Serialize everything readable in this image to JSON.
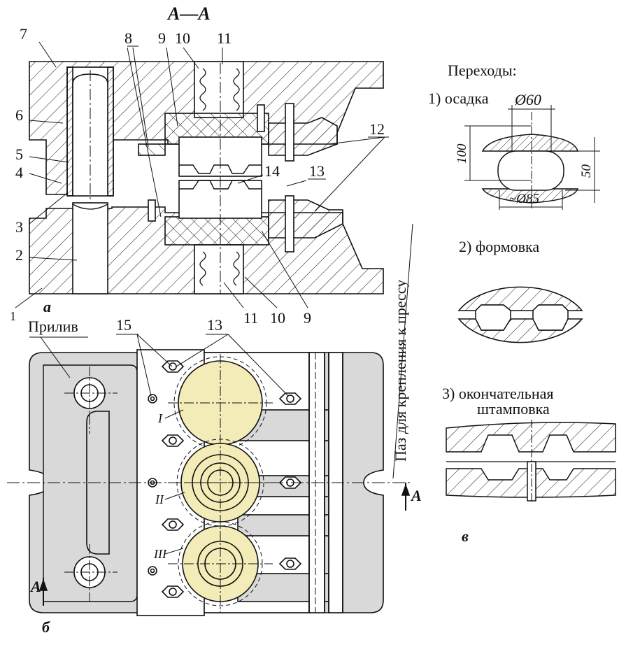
{
  "section_title": "А—А",
  "view_a": {
    "caption": "а",
    "top_labels": [
      "7",
      "8",
      "9",
      "10",
      "11"
    ],
    "left_labels": [
      "6",
      "5",
      "4",
      "3",
      "2",
      "1"
    ],
    "right_labels": [
      "12",
      "14",
      "13"
    ],
    "bottom_labels": [
      "11",
      "10",
      "9"
    ]
  },
  "view_b": {
    "caption": "б",
    "boss_label": "Прилив",
    "pin_label": "15",
    "bolt_label": "13",
    "stations": [
      "I",
      "II",
      "III"
    ],
    "slot_label": "Паз для крепления к прессу",
    "section_mark": "А"
  },
  "view_c": {
    "caption": "в",
    "heading": "Переходы:",
    "step1": {
      "label": "1) осадка",
      "dim_top": "Ø60",
      "dim_bottom": "~Ø85",
      "dim_left": "100",
      "dim_right": "50"
    },
    "step2": {
      "label": "2) формовка"
    },
    "step3": {
      "label_line1": "3) окончательная",
      "label_line2": "штамповка"
    }
  },
  "colors": {
    "stroke": "#111111",
    "plate": "#d9d9d9",
    "die": "#f3ecb8",
    "paper": "#ffffff"
  }
}
